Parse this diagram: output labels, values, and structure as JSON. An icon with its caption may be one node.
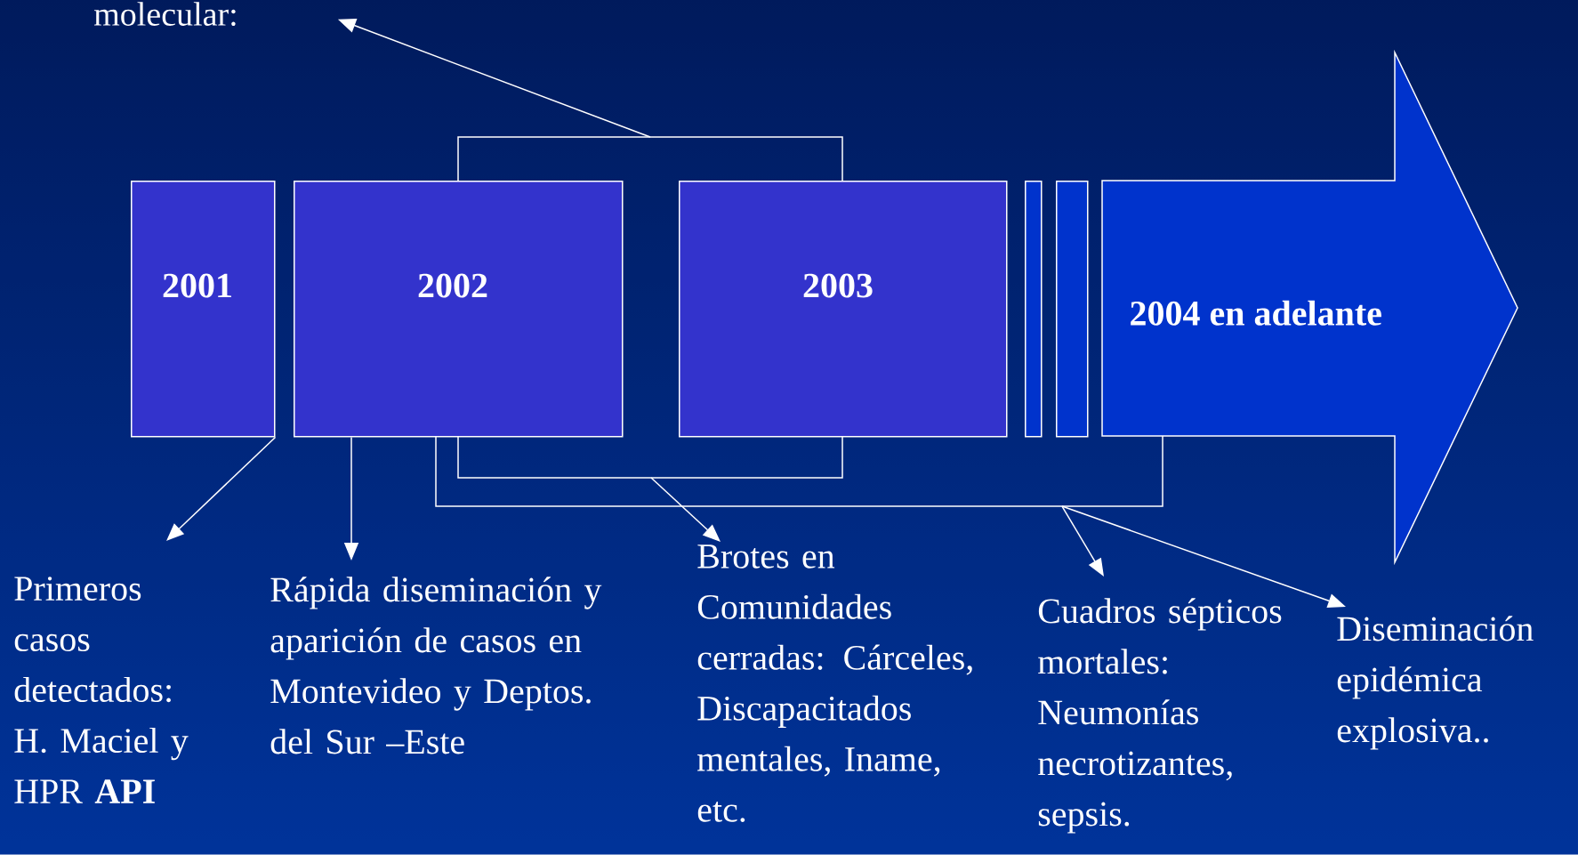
{
  "diagram": {
    "nodes": [
      {
        "text": [
          "molecular:"
        ]
      },
      {
        "text": [
          "2001"
        ]
      },
      {
        "text": [
          "2002"
        ]
      },
      {
        "text": [
          "2003"
        ]
      },
      {
        "text": [],
        "shape": "bar"
      },
      {
        "text": [],
        "shape": "bar"
      },
      {
        "text": [
          "2004 en adelante"
        ]
      },
      {
        "text": [],
        "shape": "bracket"
      },
      {
        "text": [],
        "shape": "bracket",
        "in": 9
      },
      {
        "text": [],
        "shape": "bracket"
      },
      {
        "text": [
          "Primeros casos detectados: H. Maciel y HPR **API**"
        ]
      },
      {
        "text": [
          "Rápida diseminación y aparición de casos en Montevideo y Deptos. del Sur –Este"
        ]
      },
      {
        "text": [
          "Brotes en Comunidades cerradas: Cárceles, Discapacitados mentales, Iname, etc."
        ]
      },
      {
        "text": [
          "Cuadros sépticos mortales: Neumonías necrotizantes, sepsis."
        ]
      },
      {
        "text": [
          "Diseminación epidémica explosiva.."
        ]
      }
    ],
    "edges": [
      {
        "from": 7,
        "to": 0,
        "arrow": "to"
      },
      {
        "from": 1,
        "to": 10,
        "arrow": "to"
      },
      {
        "from": 2,
        "to": 11,
        "arrow": "to"
      },
      {
        "from": 8,
        "to": 12,
        "arrow": "to"
      },
      {
        "from": 9,
        "to": 13,
        "arrow": "to"
      },
      {
        "from": 9,
        "to": 14,
        "arrow": "to"
      }
    ]
  }
}
